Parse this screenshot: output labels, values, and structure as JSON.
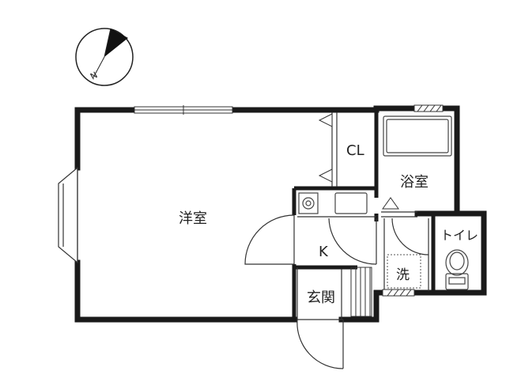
{
  "compass": {
    "north_label": "N",
    "icon": "north-arrow-icon"
  },
  "rooms": {
    "western_room": "洋室",
    "closet": "CL",
    "bathroom": "浴室",
    "toilet": "トイレ",
    "kitchen": "K",
    "washer": "洗",
    "entrance": "玄関"
  },
  "colors": {
    "wall": "#1a1a1a",
    "line": "#333333",
    "fixture": "#555555"
  }
}
